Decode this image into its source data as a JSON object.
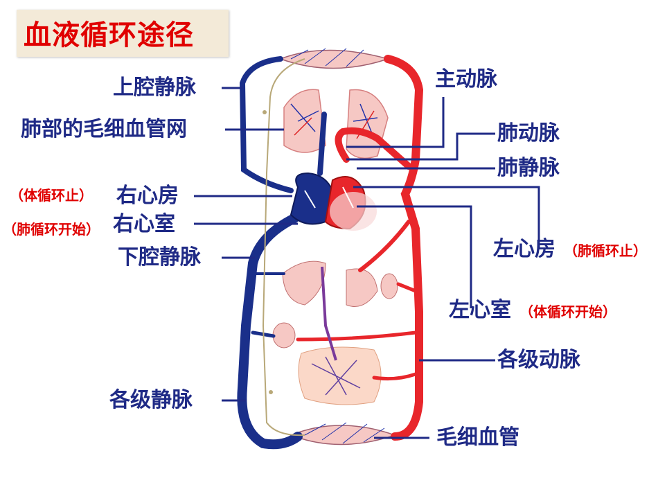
{
  "title": "血液循环途径",
  "labels": {
    "superior_vena_cava": "上腔静脉",
    "lung_capillaries": "肺部的毛细血管网",
    "right_atrium": "右心房",
    "right_ventricle": "右心室",
    "inferior_vena_cava": "下腔静脉",
    "veins": "各级静脉",
    "aorta": "主动脉",
    "pulmonary_artery": "肺动脉",
    "pulmonary_vein": "肺静脉",
    "left_atrium": "左心房",
    "left_ventricle": "左心室",
    "arteries": "各级动脉",
    "capillaries": "毛细血管"
  },
  "notes": {
    "right_atrium_note": "（体循环止）",
    "right_ventricle_note": "（肺循环开始）",
    "left_atrium_note": "（肺循环止）",
    "left_ventricle_note": "（体循环开始）"
  },
  "colors": {
    "title_bg": "#f3ead8",
    "title_text": "#e00000",
    "label_text": "#1f2a86",
    "note_text": "#e00000",
    "artery_red": "#e8262b",
    "vein_blue": "#1a2f8a",
    "lymph": "#b8a878"
  }
}
